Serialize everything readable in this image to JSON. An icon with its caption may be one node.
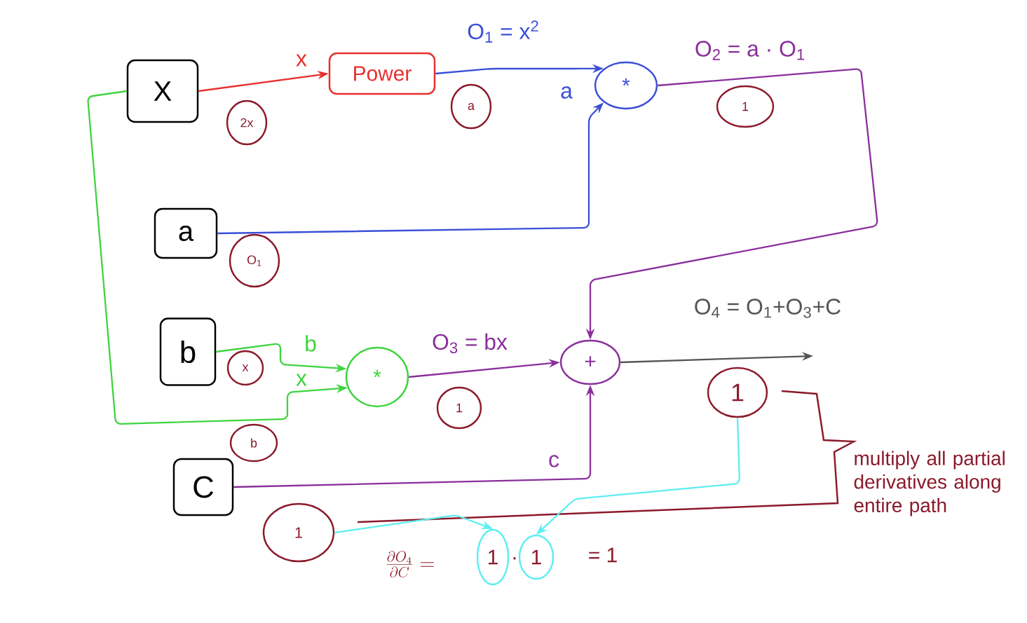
{
  "diagram": {
    "nodes": [
      {
        "text": [
          "X"
        ]
      },
      {
        "text": [
          "Power"
        ]
      },
      {
        "text": [
          "*"
        ]
      },
      {
        "text": [
          "a"
        ]
      },
      {
        "text": [
          "b"
        ]
      },
      {
        "text": [
          "*"
        ]
      },
      {
        "text": [
          "+"
        ]
      },
      {
        "text": [
          "C"
        ]
      },
      {
        "text": [
          "2x"
        ]
      },
      {
        "text": [
          "a"
        ]
      },
      {
        "text": [
          "1"
        ]
      },
      {
        "text": [
          "O$_{1}$"
        ]
      },
      {
        "text": [
          "x"
        ]
      },
      {
        "text": [
          "b"
        ]
      },
      {
        "text": [
          "1"
        ]
      },
      {
        "text": [
          "1"
        ]
      },
      {
        "text": [
          "1"
        ]
      },
      {
        "text": [
          "1"
        ]
      },
      {
        "text": [
          "1"
        ]
      }
    ],
    "edges": [
      {
        "from": 0,
        "to": 1,
        "arrow": "to",
        "label": "x",
        "color": "#e8302e"
      },
      {
        "from": 1,
        "to": 2,
        "arrow": "to",
        "label": "O$_{1}$ = x$^{2}$",
        "color": "#3b4fd8"
      },
      {
        "from": 3,
        "to": 2,
        "arrow": "to",
        "label": "a",
        "color": "#3b4fd8"
      },
      {
        "from": 2,
        "to": 6,
        "arrow": "to",
        "label": "O$_{2}$ = a · O$_{1}$",
        "color": "#8a2f9c"
      },
      {
        "from": 4,
        "to": 5,
        "arrow": "to",
        "label": "b",
        "color": "#3fd43f"
      },
      {
        "from": 0,
        "to": 5,
        "arrow": "to",
        "label": "x",
        "color": "#3fd43f"
      },
      {
        "from": 5,
        "to": 6,
        "arrow": "to",
        "label": "O$_{3}$ = bx",
        "color": "#8a2f9c"
      },
      {
        "from": 7,
        "to": 6,
        "arrow": "to",
        "label": "c",
        "color": "#8a2f9c"
      },
      {
        "from": 6,
        "to": null,
        "arrow": "to",
        "label": "O$_{4}$ = O$_{1}$+O$_{3}$+C",
        "color": "#555555"
      },
      {
        "from": 16,
        "to": 17,
        "arrow": "to",
        "color": "#5eeef2"
      },
      {
        "from": 15,
        "to": 18,
        "arrow": "to",
        "color": "#5eeef2"
      }
    ],
    "labels": [
      "multiply all partial derivatives along entire path",
      "\\frac{\\partial O_4}{\\partial C} =",
      "·",
      "= 1"
    ]
  }
}
